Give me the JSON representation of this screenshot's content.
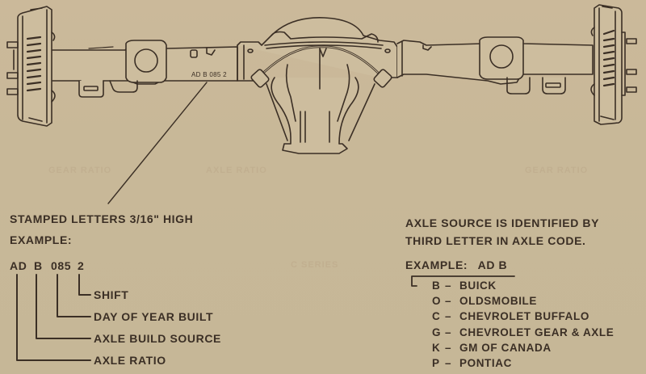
{
  "diagram": {
    "background_color": "#c8b898",
    "ink_color": "#3b2f25",
    "stamp_on_axle": "AD B 085 2",
    "left_panel": {
      "heading_line1": "STAMPED LETTERS 3/16\" HIGH",
      "heading_line2": "EXAMPLE:",
      "code_parts": [
        "AD",
        "B",
        "085",
        "2"
      ],
      "callouts": [
        {
          "part": "2",
          "label": "SHIFT"
        },
        {
          "part": "085",
          "label": "DAY OF YEAR BUILT"
        },
        {
          "part": "B",
          "label": "AXLE BUILD SOURCE"
        },
        {
          "part": "AD",
          "label": "AXLE RATIO"
        }
      ]
    },
    "right_panel": {
      "heading_line1": "AXLE SOURCE IS IDENTIFIED BY",
      "heading_line2": "THIRD LETTER IN AXLE CODE.",
      "example_label": "EXAMPLE:",
      "example_code": "AD B",
      "sources": [
        {
          "letter": "B",
          "dash": "–",
          "name": "BUICK"
        },
        {
          "letter": "O",
          "dash": "–",
          "name": "OLDSMOBILE"
        },
        {
          "letter": "C",
          "dash": "–",
          "name": "CHEVROLET BUFFALO"
        },
        {
          "letter": "G",
          "dash": "–",
          "name": "CHEVROLET GEAR & AXLE"
        },
        {
          "letter": "K",
          "dash": "–",
          "name": "GM OF CANADA"
        },
        {
          "letter": "P",
          "dash": "–",
          "name": "PONTIAC"
        }
      ]
    }
  }
}
